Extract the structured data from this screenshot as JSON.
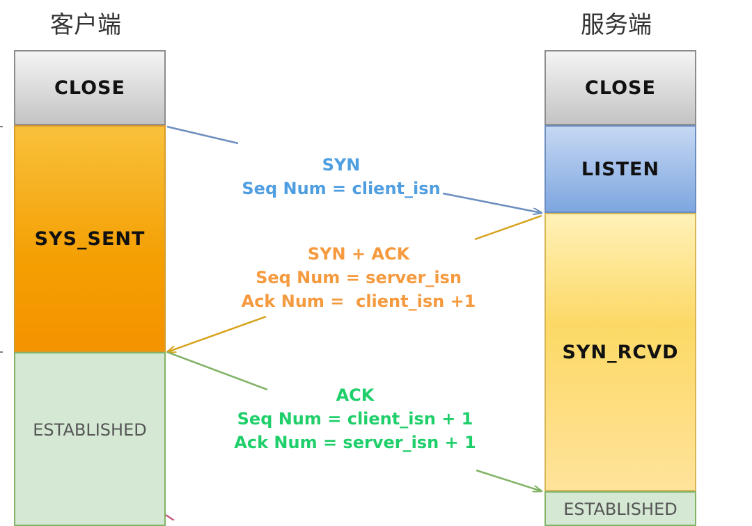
{
  "client": {
    "title": "客户端",
    "states": {
      "close": "CLOSE",
      "sent": "SYS_SENT",
      "established": "ESTABLISHED"
    }
  },
  "server": {
    "title": "服务端",
    "states": {
      "close": "CLOSE",
      "listen": "LISTEN",
      "rcvd": "SYN_RCVD",
      "established": "ESTABLISHED"
    }
  },
  "messages": {
    "syn": {
      "line1": "SYN",
      "line2": "Seq Num = client_isn",
      "color": "#4f9ee0"
    },
    "synack": {
      "line1": "SYN + ACK",
      "line2": "Seq Num = server_isn",
      "line3": "Ack Num =  client_isn +1",
      "color": "#f59a3e"
    },
    "ack": {
      "line1": "ACK",
      "line2": "Seq Num = client_isn + 1",
      "line3": "Ack Num = server_isn + 1",
      "color": "#1fcf6a"
    }
  }
}
